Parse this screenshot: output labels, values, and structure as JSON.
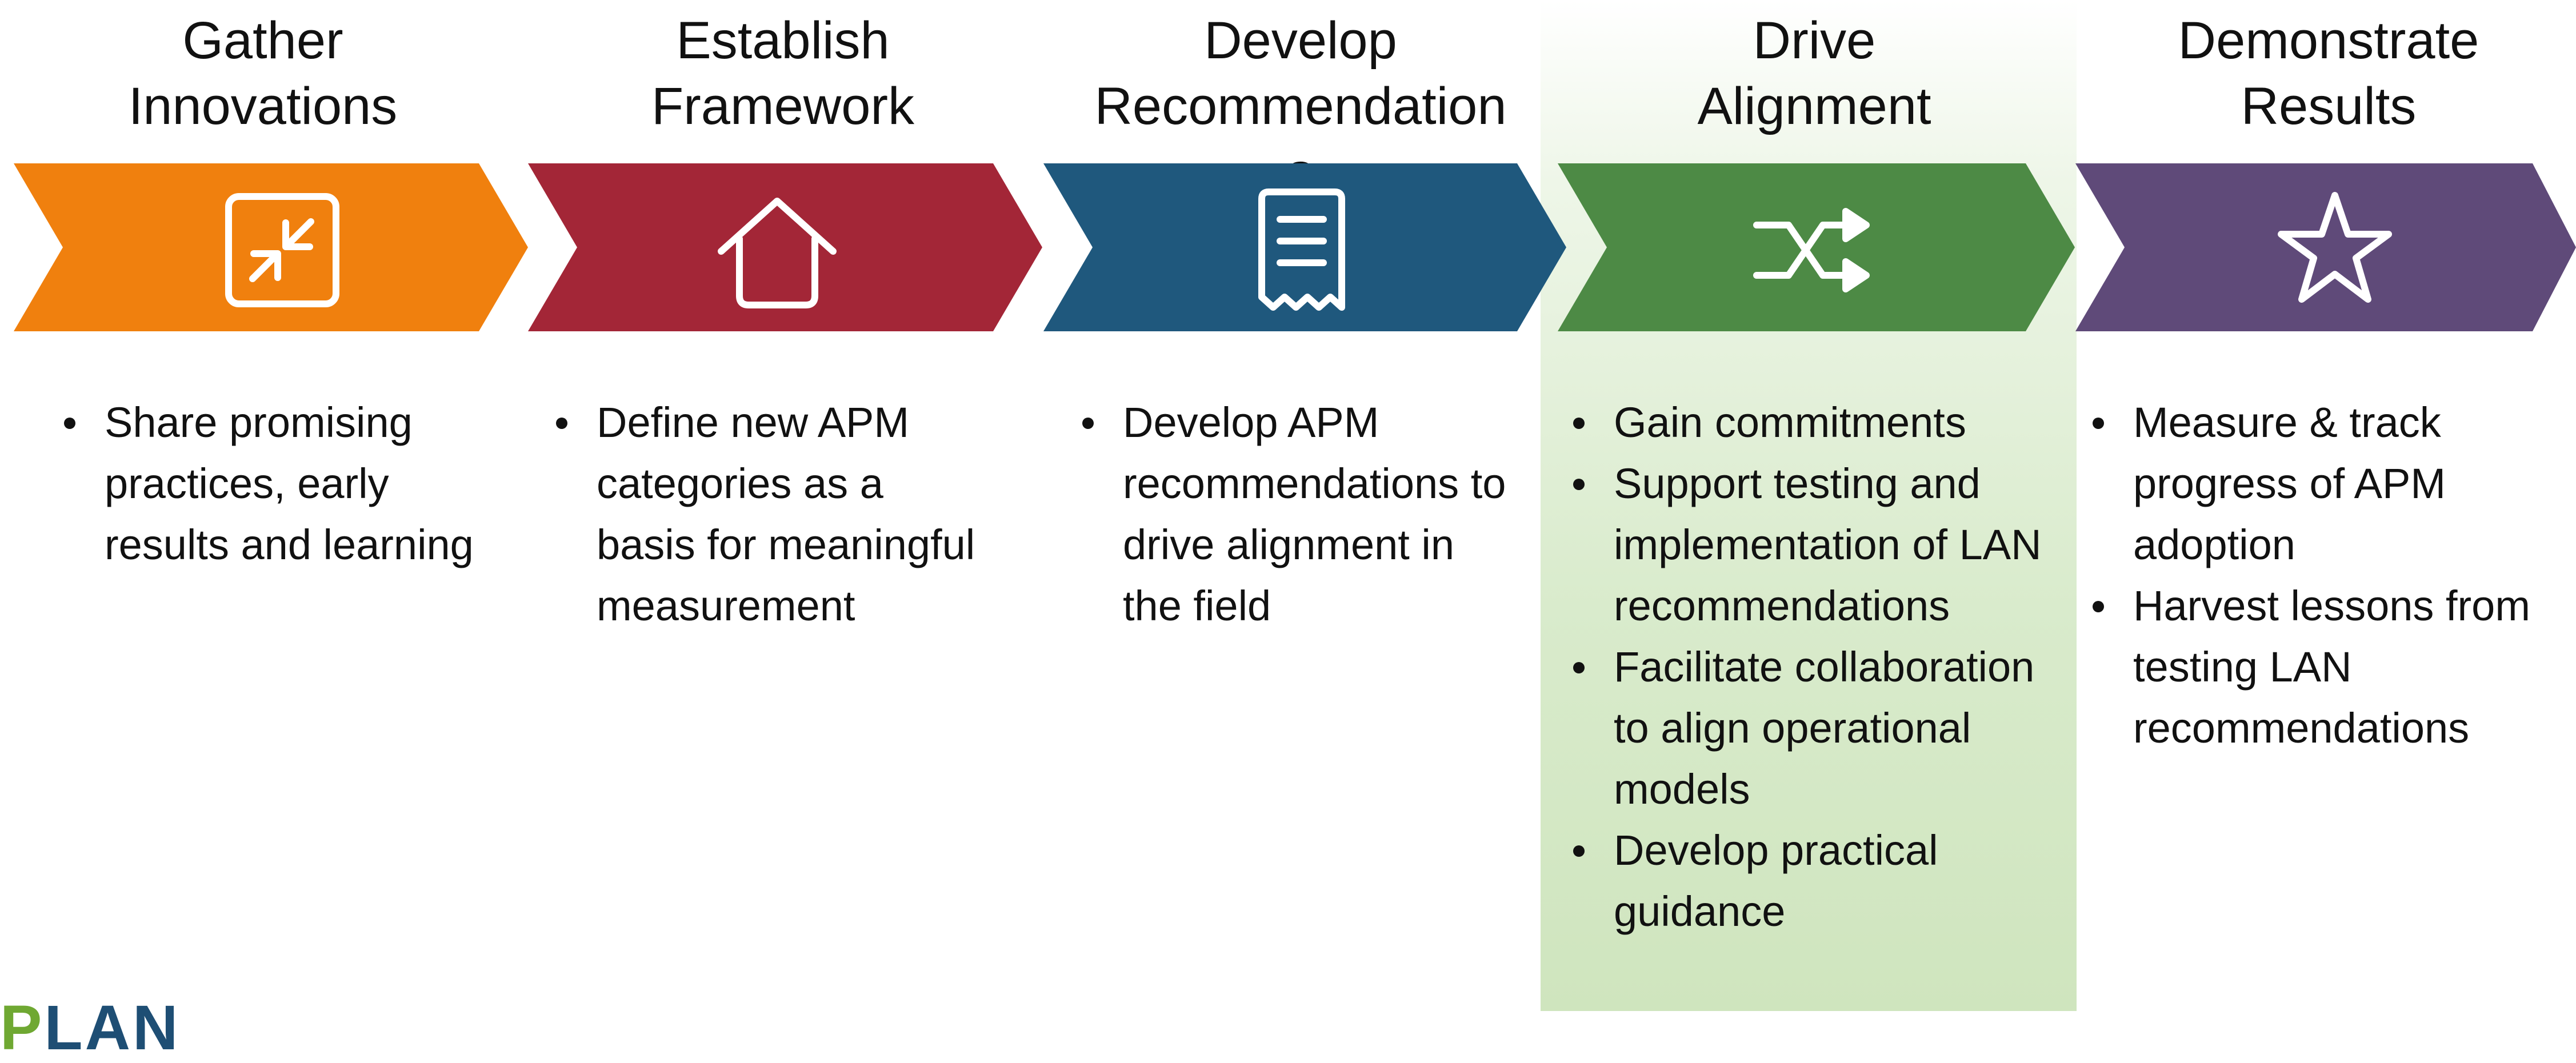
{
  "colors": {
    "orange": "#f0800e",
    "red": "#a32637",
    "blue": "#1f587d",
    "green": "#4d8a45",
    "purple": "#5f4a79",
    "highlight": "#d5e8c6"
  },
  "steps": [
    {
      "title": "Gather\nInnovations",
      "icon": "compress-arrows-icon",
      "bullets": [
        "Share promising practices, early results and learning"
      ]
    },
    {
      "title": "Establish\nFramework",
      "icon": "house-icon",
      "bullets": [
        "Define new APM categories as a basis for meaningful measurement"
      ]
    },
    {
      "title": "Develop\nRecommendation\ns",
      "icon": "receipt-document-icon",
      "bullets": [
        "Develop APM recommendations to drive alignment in the field"
      ]
    },
    {
      "title": "Drive\nAlignment",
      "icon": "shuffle-arrows-icon",
      "bullets": [
        "Gain commitments",
        "Support testing and implementation of LAN recommendations",
        "Facilitate collaboration to align operational models",
        "Develop practical guidance"
      ]
    },
    {
      "title": "Demonstrate\nResults",
      "icon": "star-icon",
      "bullets": [
        "Measure & track progress of APM adoption",
        "Harvest lessons from testing LAN recommendations"
      ]
    }
  ],
  "logo": {
    "part1": "P",
    "part2": "LAN"
  }
}
